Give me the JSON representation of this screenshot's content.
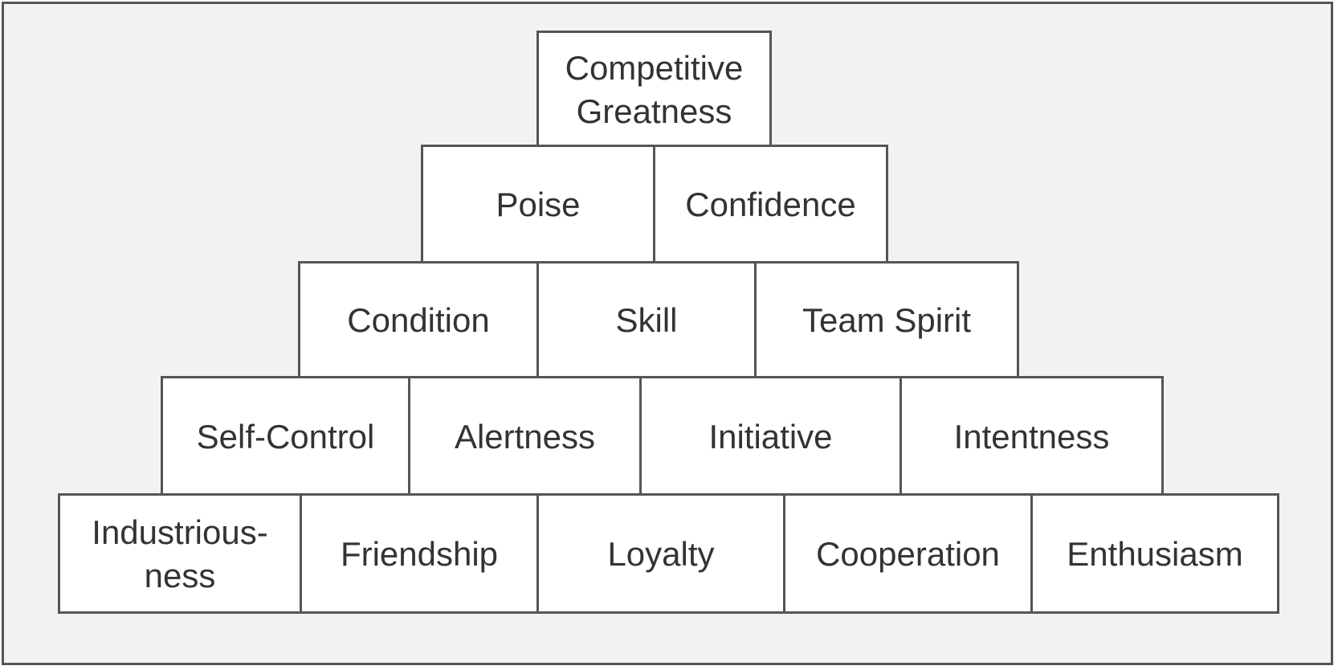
{
  "pyramid": {
    "row1": {
      "block1": "Competitive\nGreatness"
    },
    "row2": {
      "block1": "Poise",
      "block2": "Confidence"
    },
    "row3": {
      "block1": "Condition",
      "block2": "Skill",
      "block3": "Team Spirit"
    },
    "row4": {
      "block1": "Self-Control",
      "block2": "Alertness",
      "block3": "Initiative",
      "block4": "Intentness"
    },
    "row5": {
      "block1": "Industrious-\nness",
      "block2": "Friendship",
      "block3": "Loyalty",
      "block4": "Cooperation",
      "block5": "Enthusiasm"
    }
  }
}
